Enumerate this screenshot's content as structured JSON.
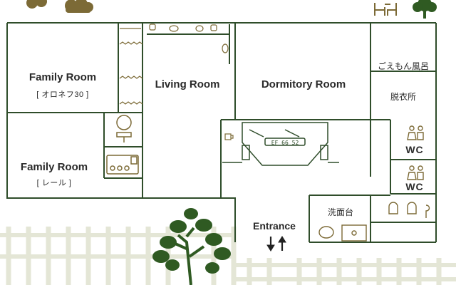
{
  "colors": {
    "wall": "#2f4d2a",
    "tree_green": "#2f5a22",
    "fixture": "#7c6a36",
    "fence": "#e7e8da",
    "text": "#2a2a2a"
  },
  "rooms": {
    "family_room_1": {
      "title": "Family Room",
      "subtitle": "[ オロネフ30 ]"
    },
    "family_room_2": {
      "title": "Family Room",
      "subtitle": "[ レール ]"
    },
    "living_room": {
      "title": "Living Room"
    },
    "dormitory_room": {
      "title": "Dormitory Room"
    },
    "bath": {
      "title": "ごえもん風呂"
    },
    "changing_room": {
      "title": "脱衣所"
    },
    "wc_1": {
      "title": "WC"
    },
    "wc_2": {
      "title": "WC"
    },
    "washroom": {
      "title": "洗面台"
    },
    "entrance": {
      "title": "Entrance"
    }
  },
  "decor": {
    "train_plate": "EF 66 52",
    "icons": [
      "tree-icon",
      "patio-chairs-icon",
      "bush-icon",
      "toilet-icon",
      "chair-icon",
      "armchair-icon",
      "sink-icon",
      "fence-icon",
      "entrance-arrows-icon"
    ]
  }
}
